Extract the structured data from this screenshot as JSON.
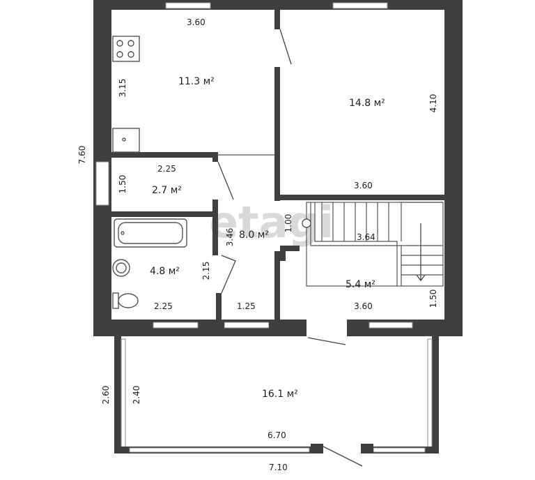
{
  "watermark": "etagi",
  "rooms": {
    "kitchen": {
      "area": "11.3 м²",
      "width": "3.60",
      "height": "3.15"
    },
    "bedroom": {
      "area": "14.8 м²",
      "width": "3.60",
      "height": "4.10"
    },
    "storage": {
      "area": "2.7 м²",
      "width": "2.25",
      "height": "1.50"
    },
    "hall": {
      "area": "8.0 м²",
      "height": "3.46",
      "width": "1.25"
    },
    "bathroom": {
      "area": "4.8 м²",
      "width": "2.25",
      "height": "2.15"
    },
    "vestibule": {
      "area": "5.4 м²",
      "width": "3.60",
      "height": "1.50"
    },
    "terrace": {
      "area": "16.1 м²",
      "width": "6.70",
      "height": "2.40",
      "outer_height": "2.60",
      "outer_width": "7.10"
    }
  },
  "stairs": {
    "width": "3.64",
    "depth": "1.00"
  },
  "house_height": "7.60"
}
